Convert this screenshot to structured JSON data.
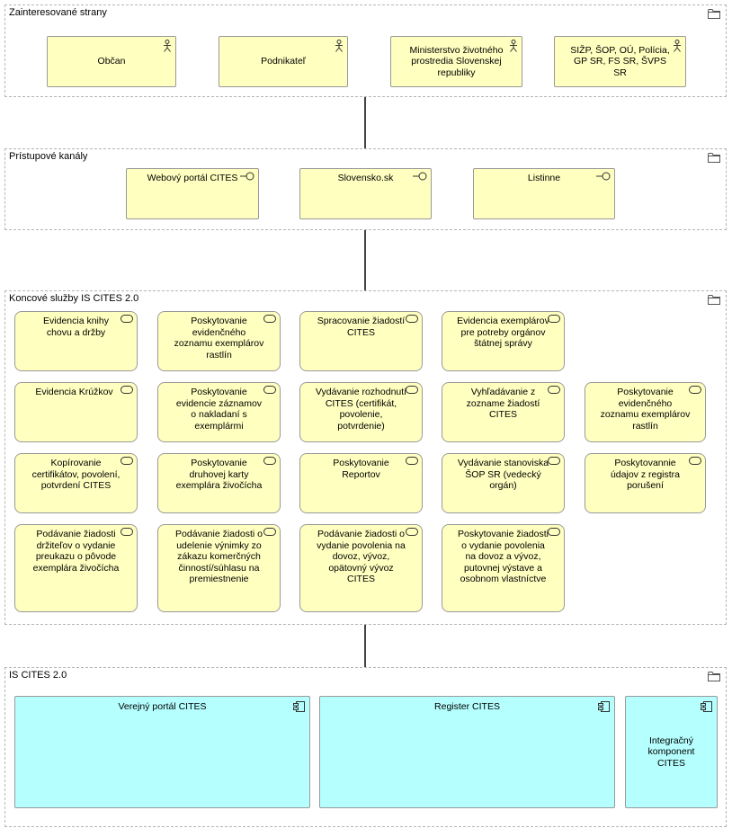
{
  "groups": {
    "stakeholders": {
      "title": "Zainteresované strany"
    },
    "channels": {
      "title": "Prístupové kanály"
    },
    "services": {
      "title": "Koncové služby IS CITES 2.0"
    },
    "system": {
      "title": "IS CITES 2.0"
    }
  },
  "actors": [
    {
      "label": "Občan",
      "icon": "actor-icon"
    },
    {
      "label": "Podnikateľ",
      "icon": "actor-icon"
    },
    {
      "label": "Ministerstvo životného prostredia Slovenskej republiky",
      "icon": "actor-icon"
    },
    {
      "label": "SIŽP, ŠOP, OÚ, Polícia, GP SR, FS SR, ŠVPS SR",
      "icon": "actor-icon"
    }
  ],
  "interfaces": [
    {
      "label": "Webový portál CITES",
      "icon": "interface-icon"
    },
    {
      "label": "Slovensko.sk",
      "icon": "interface-icon"
    },
    {
      "label": "Listinne",
      "icon": "interface-icon"
    }
  ],
  "services": [
    {
      "label": "Evidencia knihy chovu a držby"
    },
    {
      "label": "Poskytovanie evidenčného zoznamu exemplárov rastlín"
    },
    {
      "label": "Spracovanie žiadostí CITES"
    },
    {
      "label": "Evidencia exemplárov pre potreby orgánov štátnej správy"
    },
    {
      "label": "Evidencia Krúžkov"
    },
    {
      "label": "Poskytovanie evidencie záznamov o nakladaní s exemplármi"
    },
    {
      "label": "Vydávanie rozhodnutí CITES (certifikát, povolenie, potvrdenie)"
    },
    {
      "label": "Vyhľadávanie z zozname žiadostí CITES"
    },
    {
      "label": "Poskytovanie evidenčného zoznamu exemplárov rastlín"
    },
    {
      "label": "Kopírovanie certifikátov, povolení, potvrdení CITES"
    },
    {
      "label": "Poskytovanie druhovej karty exemplára živočícha"
    },
    {
      "label": "Poskytovanie Reportov"
    },
    {
      "label": "Vydávanie stanoviska ŠOP SR (vedecký orgán)"
    },
    {
      "label": "Poskytovannie údajov z registra porušení"
    },
    {
      "label": "Podávanie žiadosti držiteľov o vydanie preukazu o pôvode exemplára živočícha"
    },
    {
      "label": "Podávanie žiadosti o udelenie výnimky zo zákazu komerčných činností/súhlasu na premiestnenie"
    },
    {
      "label": "Podávanie žiadosti o vydanie povolenia na dovoz, vývoz, opätovný vývoz CITES"
    },
    {
      "label": "Poskytovanie žiadosti o vydanie povolenia na dovoz a vývoz, putovnej výstave a osobnom vlastníctve"
    }
  ],
  "components": [
    {
      "label": "Verejný portál CITES",
      "icon": "component-icon"
    },
    {
      "label": "Register CITES",
      "icon": "component-icon"
    },
    {
      "label": "Integračný komponent CITES",
      "icon": "component-icon"
    }
  ],
  "colors": {
    "element_fill": "#ffffc0",
    "component_fill": "#b5ffff",
    "border": "#999999",
    "group_border": "#b5b5b5"
  }
}
